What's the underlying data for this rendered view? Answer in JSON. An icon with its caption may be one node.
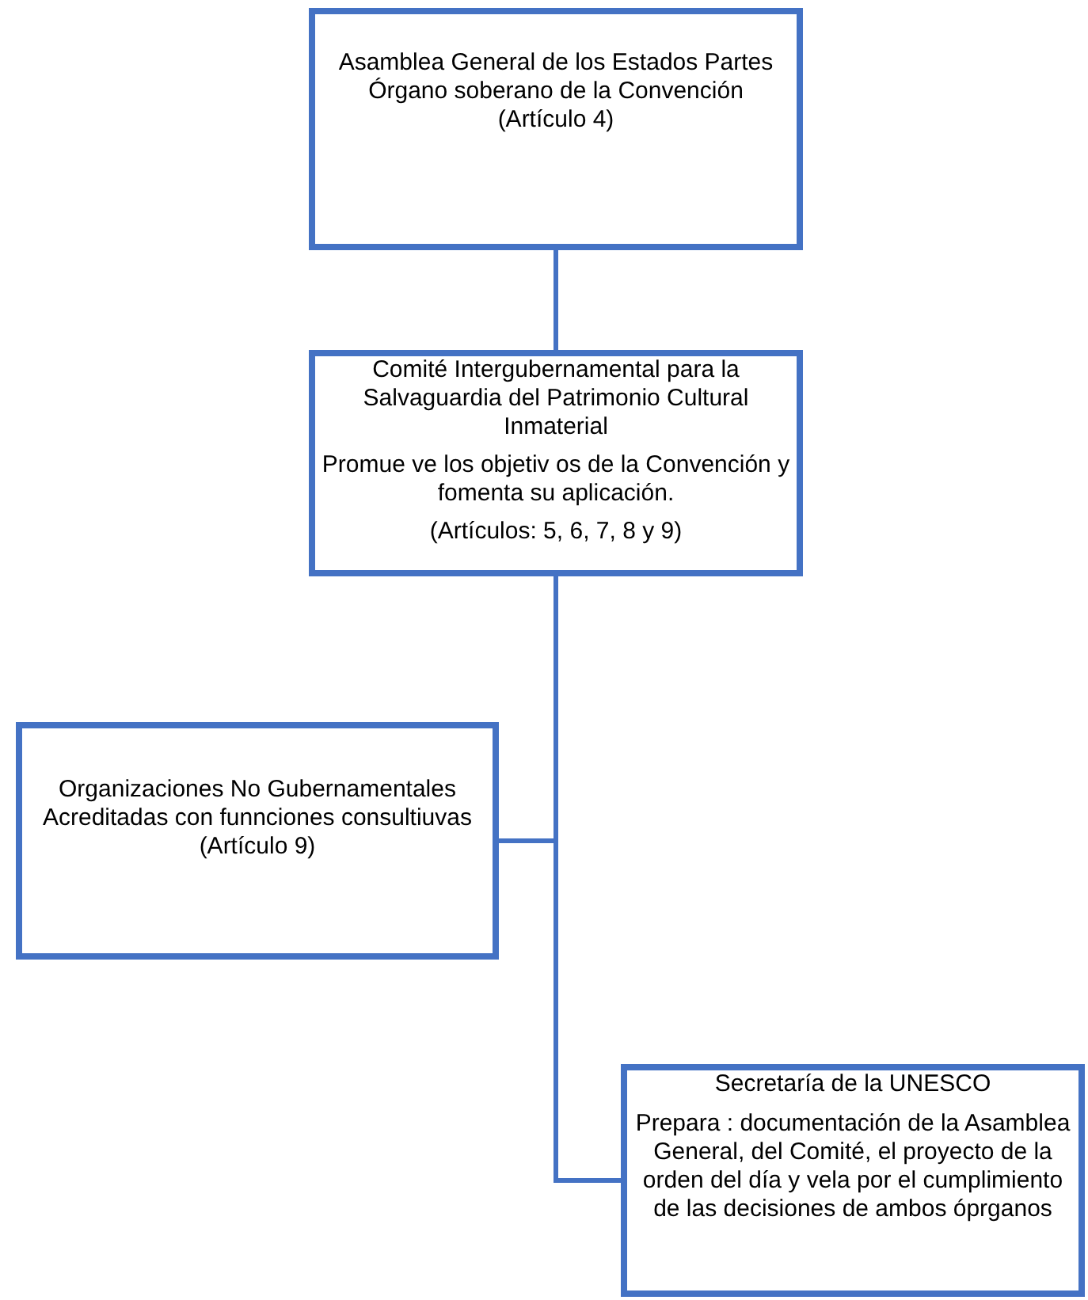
{
  "diagram": {
    "nodes": [
      {
        "text": [
          "Asamblea General de los Estados Partes",
          "Órgano soberano de la Convención",
          "(Artículo 4)"
        ]
      },
      {
        "text": [
          "Comité Intergubernamental para la Salvaguardia del Patrimonio Cultural Inmaterial",
          "Promue ve los objetiv os de la Convención y fomenta su aplicación.",
          "(Artículos: 5, 6, 7, 8 y 9)"
        ]
      },
      {
        "text": [
          "Organizaciones No Gubernamentales Acreditadas con funnciones consultiuvas",
          "(Artículo 9)"
        ]
      },
      {
        "text": [
          "Secretaría de la UNESCO",
          "Prepara : documentación de la Asamblea General, del Comité, el proyecto de la orden del día y vela por el cumplimiento de las decisiones de ambos óprganos"
        ]
      }
    ],
    "edges": [
      {
        "from": 0,
        "to": 1,
        "arrow": "none"
      },
      {
        "from": 1,
        "to": 2,
        "arrow": "none"
      },
      {
        "from": 1,
        "to": 3,
        "arrow": "none"
      }
    ]
  }
}
